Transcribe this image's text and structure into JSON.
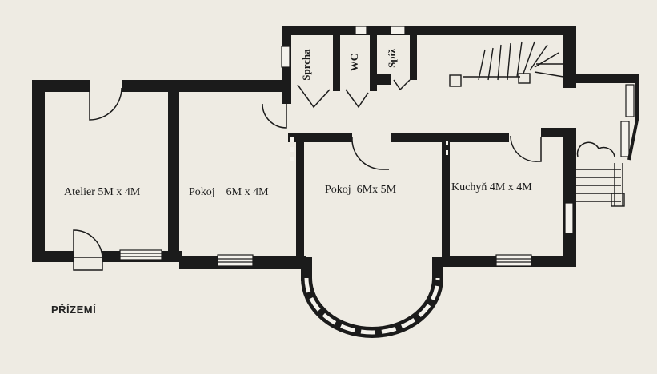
{
  "rooms": {
    "atelier": "Atelier 5M x 4M",
    "pokoj1": "Pokoj    6M x 4M",
    "pokoj2": "Pokoj  6Mx 5M",
    "kuchyn": "Kuchyň 4M x 4M",
    "sprcha": "Sprcha",
    "wc": "WC",
    "spiz": "Spíž"
  },
  "floor_label": "PŘÍZEMÍ",
  "colors": {
    "paper": "#eeebe3",
    "wall": "#1b1b1b",
    "window_fill": "#f4f2ec"
  }
}
